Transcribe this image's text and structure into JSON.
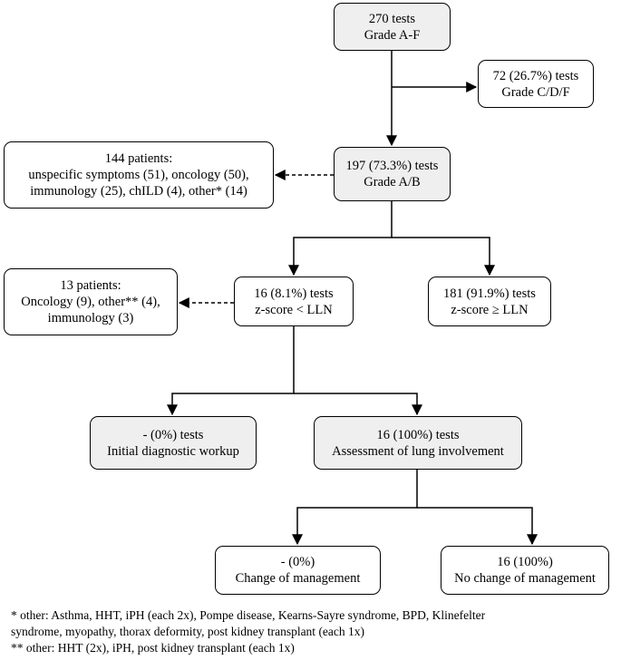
{
  "nodes": {
    "total_tests": {
      "line1": "270 tests",
      "line2": "Grade A-F"
    },
    "grade_cdf": {
      "line1": "72 (26.7%) tests",
      "line2": "Grade C/D/F"
    },
    "grade_ab": {
      "line1": "197 (73.3%) tests",
      "line2": "Grade A/B"
    },
    "patients_144": {
      "line1": "144 patients:",
      "line2": "unspecific symptoms (51), oncology (50),",
      "line3": "immunology (25), chILD (4), other* (14)"
    },
    "zscore_low": {
      "line1": "16 (8.1%) tests",
      "line2": "z-score < LLN"
    },
    "zscore_normal": {
      "line1": "181 (91.9%) tests",
      "line2": "z-score ≥ LLN"
    },
    "patients_13": {
      "line1": "13 patients:",
      "line2": "Oncology (9), other** (4),",
      "line3": "immunology (3)"
    },
    "initial_workup": {
      "line1": "- (0%) tests",
      "line2": "Initial diagnostic workup"
    },
    "lung_assessment": {
      "line1": "16 (100%) tests",
      "line2": "Assessment of lung involvement"
    },
    "change_mgmt": {
      "line1": "- (0%)",
      "line2": "Change of management"
    },
    "no_change_mgmt": {
      "line1": "16 (100%)",
      "line2": "No change of management"
    }
  },
  "footnotes": {
    "line1": "* other: Asthma, HHT, iPH (each 2x), Pompe disease, Kearns-Sayre syndrome, BPD, Klinefelter",
    "line2": "syndrome, myopathy, thorax deformity,  post kidney transplant (each 1x)",
    "line3": "** other: HHT (2x), iPH, post kidney transplant (each 1x)"
  },
  "colors": {
    "gray_box": "#efefef",
    "line": "#000000"
  }
}
